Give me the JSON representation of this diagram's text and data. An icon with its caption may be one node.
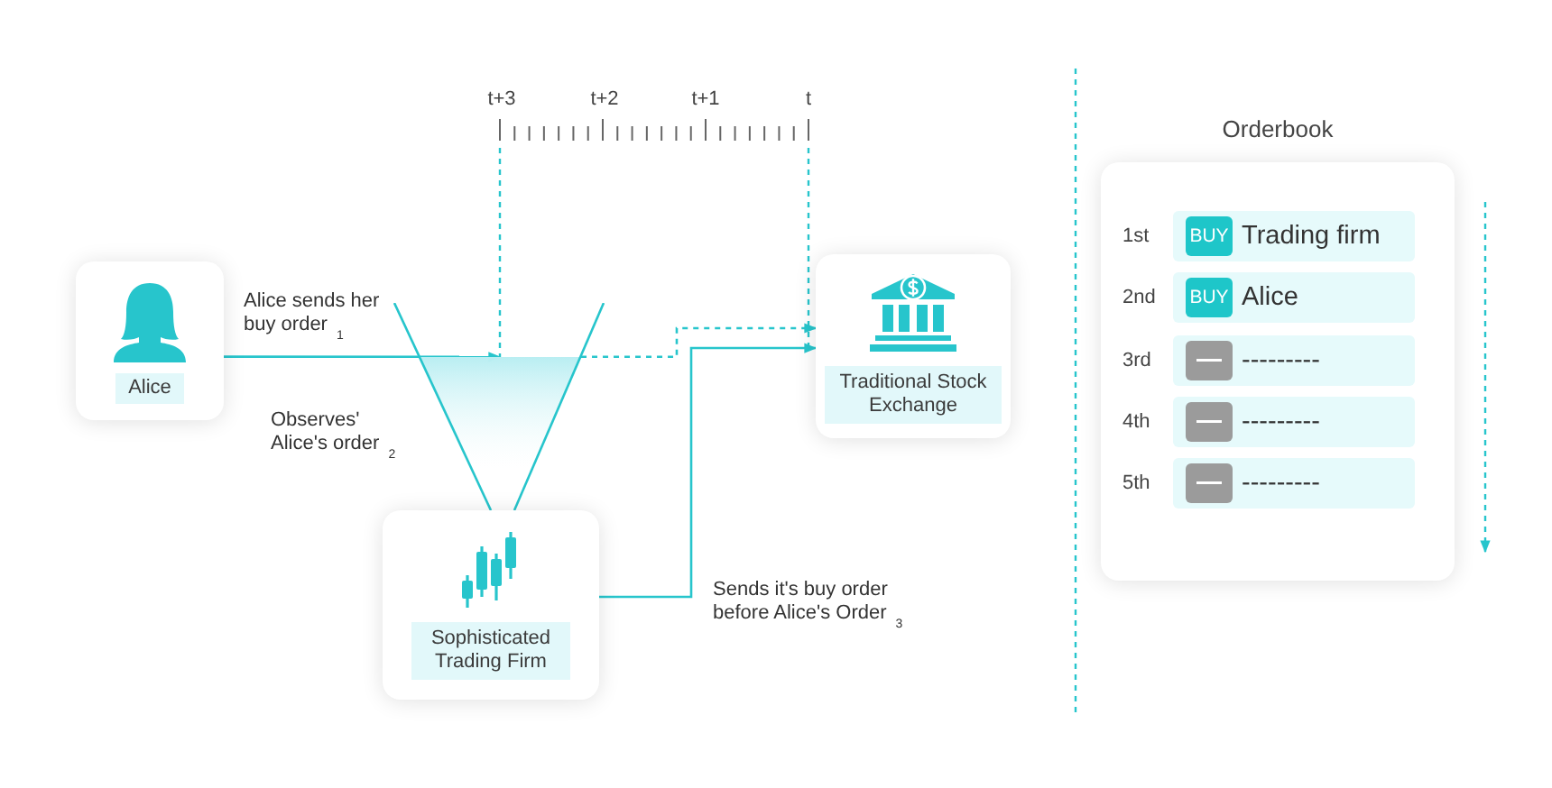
{
  "diagram": {
    "nodes": [
      {
        "text": [
          "Alice"
        ]
      },
      {
        "text": [],
        "shape": "funnel"
      },
      {
        "text": [
          "Sophisticated Trading Firm"
        ]
      },
      {
        "text": [
          "Traditional Stock Exchange"
        ]
      },
      {
        "text": [
          "Orderbook"
        ]
      },
      {
        "text": [
          "Trading firm"
        ],
        "beside": [
          "1st"
        ],
        "in": 4
      },
      {
        "text": [
          "BUY"
        ],
        "in": 5
      },
      {
        "text": [
          "Alice"
        ],
        "beside": [
          "2nd"
        ],
        "in": 4
      },
      {
        "text": [
          "BUY"
        ],
        "in": 7
      },
      {
        "text": [
          "---------"
        ],
        "beside": [
          "3rd"
        ],
        "in": 4
      },
      {
        "text": [],
        "shape": "box",
        "in": 9
      },
      {
        "text": [
          "---------"
        ],
        "beside": [
          "4th"
        ],
        "in": 4
      },
      {
        "text": [],
        "shape": "box",
        "in": 11
      },
      {
        "text": [
          "---------"
        ],
        "beside": [
          "5th"
        ],
        "in": 4
      },
      {
        "text": [],
        "shape": "box",
        "in": 13
      }
    ],
    "edges": [
      {
        "from": 0,
        "to": 1,
        "arrow": "to",
        "label": "Alice sends her buy order$_{1}$"
      },
      {
        "from": 1,
        "to": 3,
        "arrow": "to",
        "style": "dashed"
      },
      {
        "from": 2,
        "to": 3,
        "arrow": "to",
        "label": "Sends it's buy order before Alice's Order$_{3}$"
      }
    ],
    "labels": [
      "t+3",
      "t+2",
      "t+1",
      "t",
      "Observes' Alice's order$_{2}$"
    ]
  }
}
